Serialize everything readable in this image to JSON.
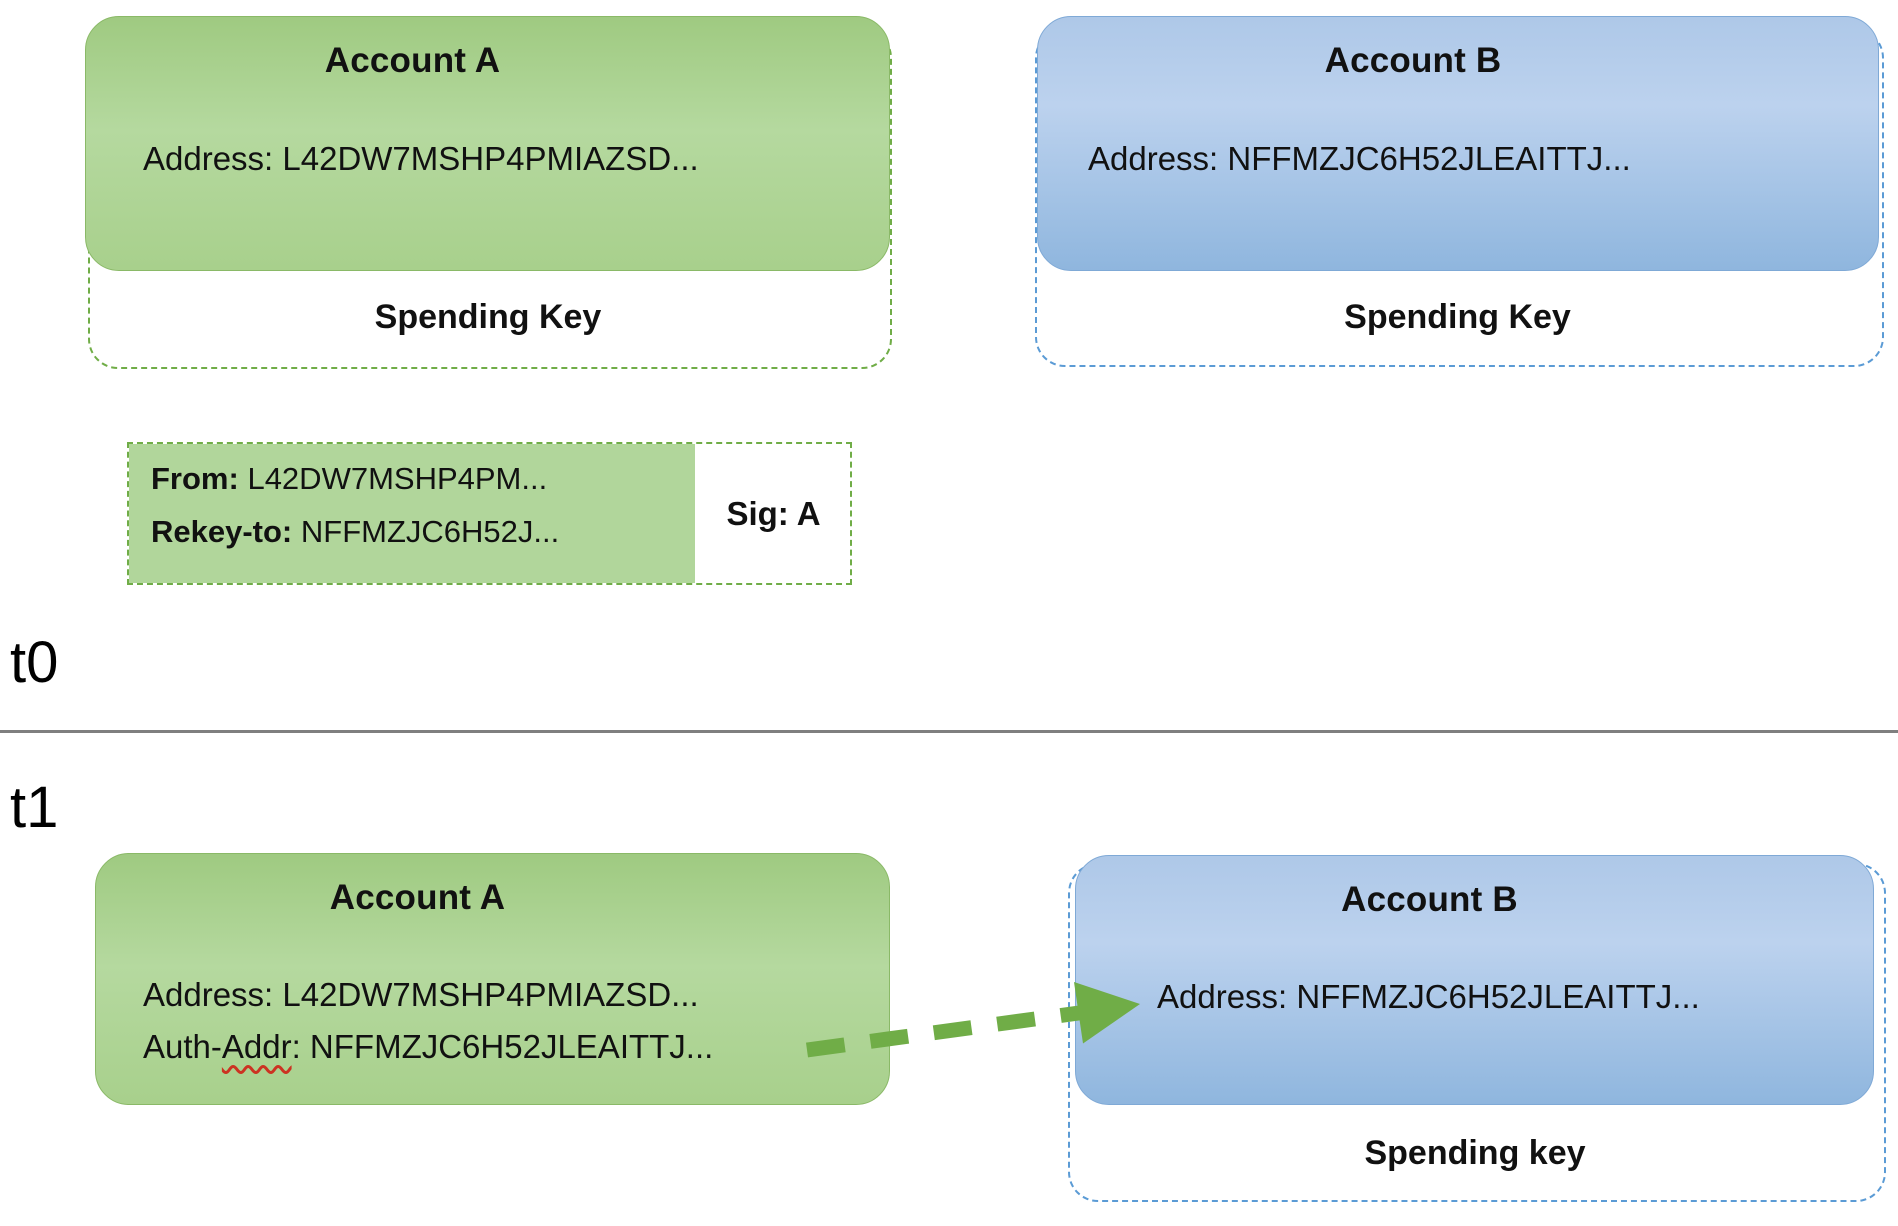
{
  "colors": {
    "account_a_fill": "#a9d18e",
    "account_b_fill": "#a5c4e7",
    "green_dash_stroke": "#70ad47",
    "blue_dash_stroke": "#5b9bd5",
    "arrow_green": "#70ad47",
    "divider_gray": "#7f7f7f",
    "spellcheck_squiggle_red": "#cc3322"
  },
  "t0": {
    "label": "t0",
    "account_a": {
      "title": "Account A",
      "address": "Address: L42DW7MSHP4PMIAZSD...",
      "spending_key_label": "Spending Key"
    },
    "account_b": {
      "title": "Account B",
      "address": "Address: NFFMZJC6H52JLEAITTJ...",
      "spending_key_label": "Spending Key"
    },
    "rekey_transaction": {
      "from_label": "From:",
      "from_value": "L42DW7MSHP4PM...",
      "rekey_label": "Rekey-to:",
      "rekey_value": "NFFMZJC6H52J...",
      "signature": "Sig: A"
    }
  },
  "t1": {
    "label": "t1",
    "account_a": {
      "title": "Account A",
      "address": "Address: L42DW7MSHP4PMIAZSD...",
      "auth_addr_prefix": "Auth-",
      "auth_addr_squiggle": "Addr",
      "auth_addr_suffix": ": NFFMZJC6H52JLEAITTJ..."
    },
    "account_b": {
      "title": "Account B",
      "address": "Address: NFFMZJC6H52JLEAITTJ...",
      "spending_key_label": "Spending key"
    }
  }
}
